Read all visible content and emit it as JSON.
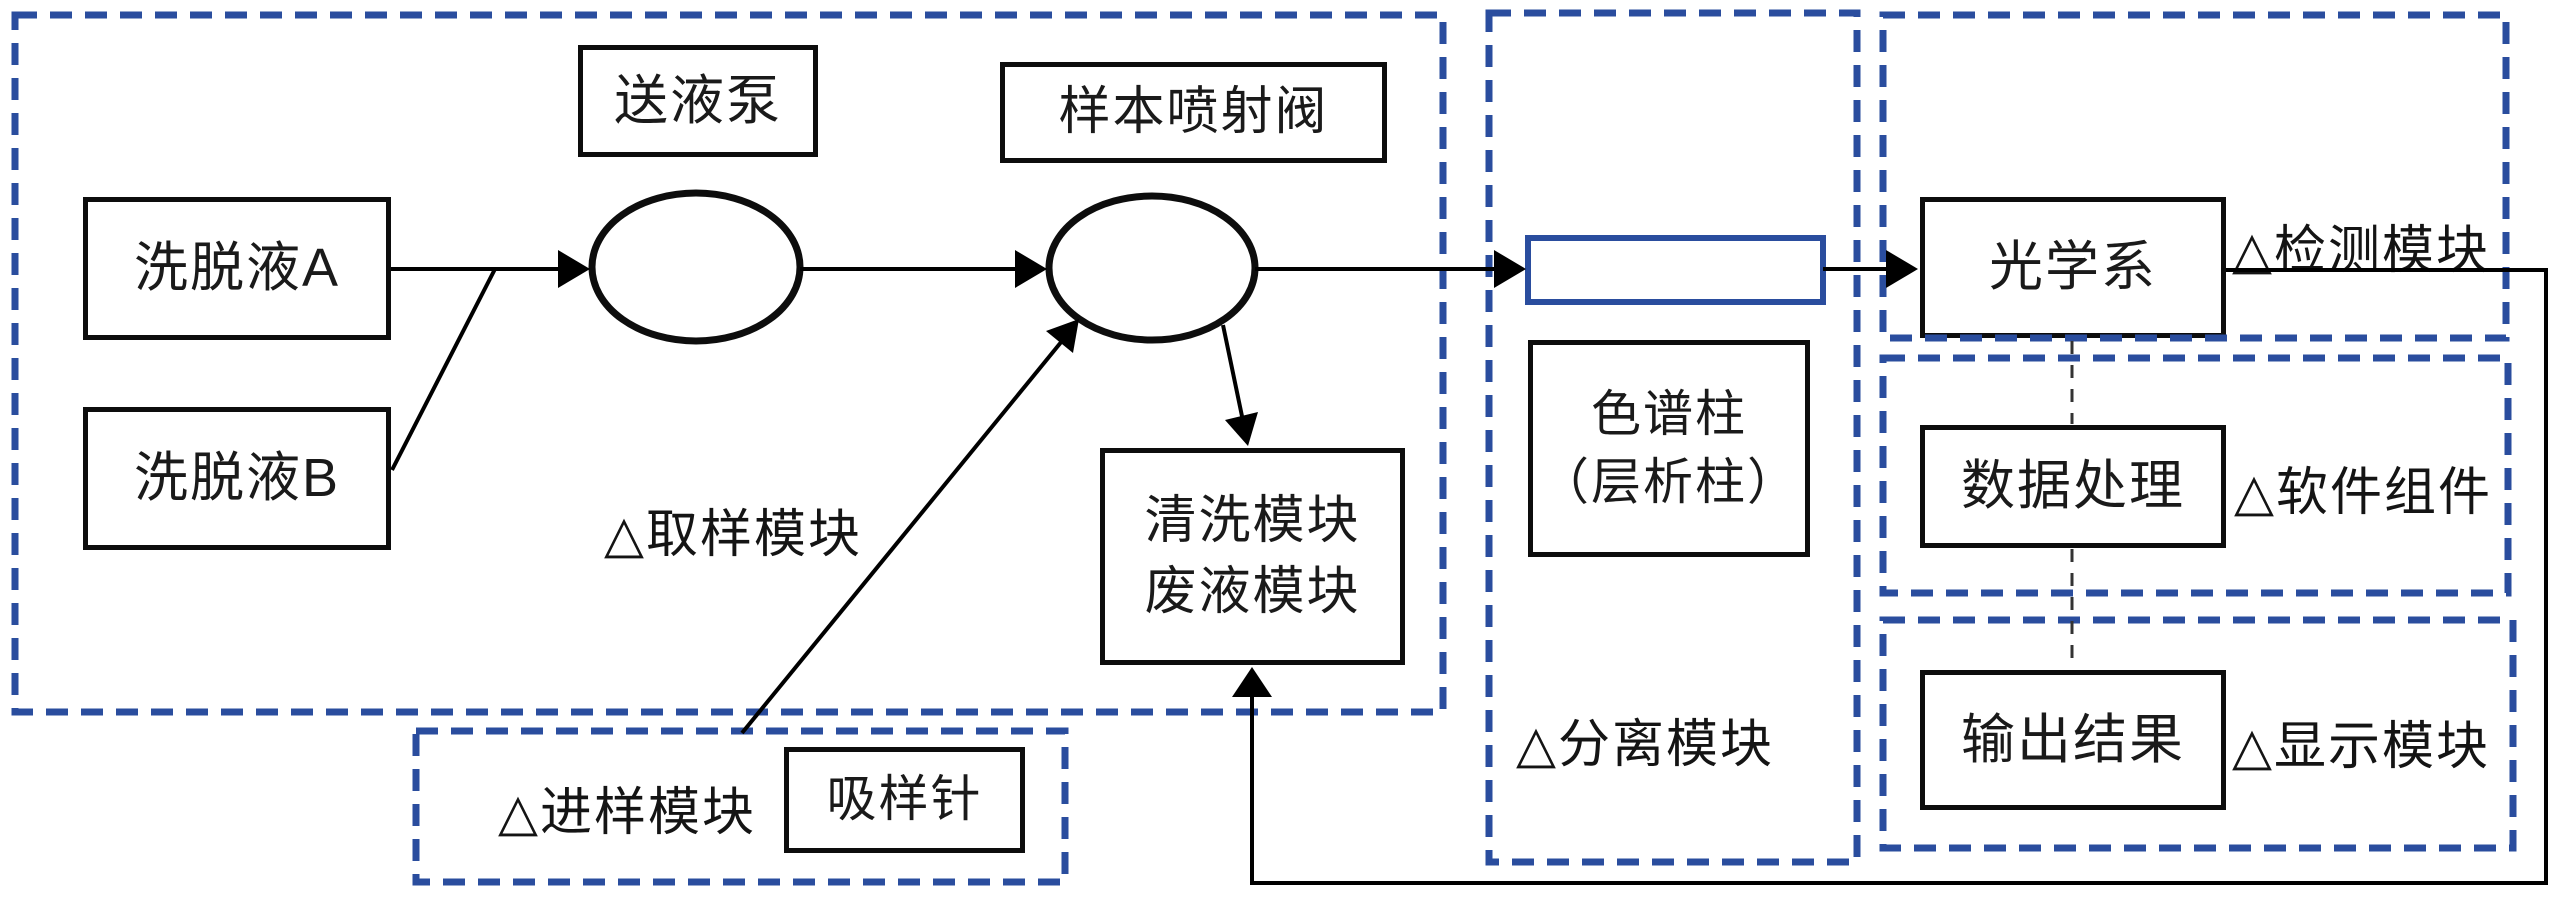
{
  "regions": {
    "sampling": {
      "label": "△取样模块"
    },
    "injection": {
      "label": "△进样模块"
    },
    "separation": {
      "label": "△分离模块"
    },
    "detection": {
      "label": "△检测模块"
    },
    "software": {
      "label": "△软件组件"
    },
    "display": {
      "label": "△显示模块"
    }
  },
  "nodes": {
    "eluent_a": {
      "label": "洗脱液A"
    },
    "eluent_b": {
      "label": "洗脱液B"
    },
    "pump": {
      "label": "送液泵"
    },
    "injection_valve": {
      "label": "样本喷射阀"
    },
    "wash_waste": {
      "line1": "清洗模块",
      "line2": "废液模块"
    },
    "needle": {
      "label": "吸样针"
    },
    "column": {
      "line1": "色谱柱",
      "line2": "（层析柱）"
    },
    "optics": {
      "label": "光学系"
    },
    "data_processing": {
      "label": "数据处理"
    },
    "output": {
      "label": "输出结果"
    }
  },
  "colors": {
    "region_border": "#2a4d9e",
    "column_border": "#2a4d9e",
    "solid_box_border": "#0d0d0d",
    "flow_line": "#000000",
    "dashed_connector": "#333333",
    "background": "#ffffff",
    "text": "#1a1a1a"
  }
}
